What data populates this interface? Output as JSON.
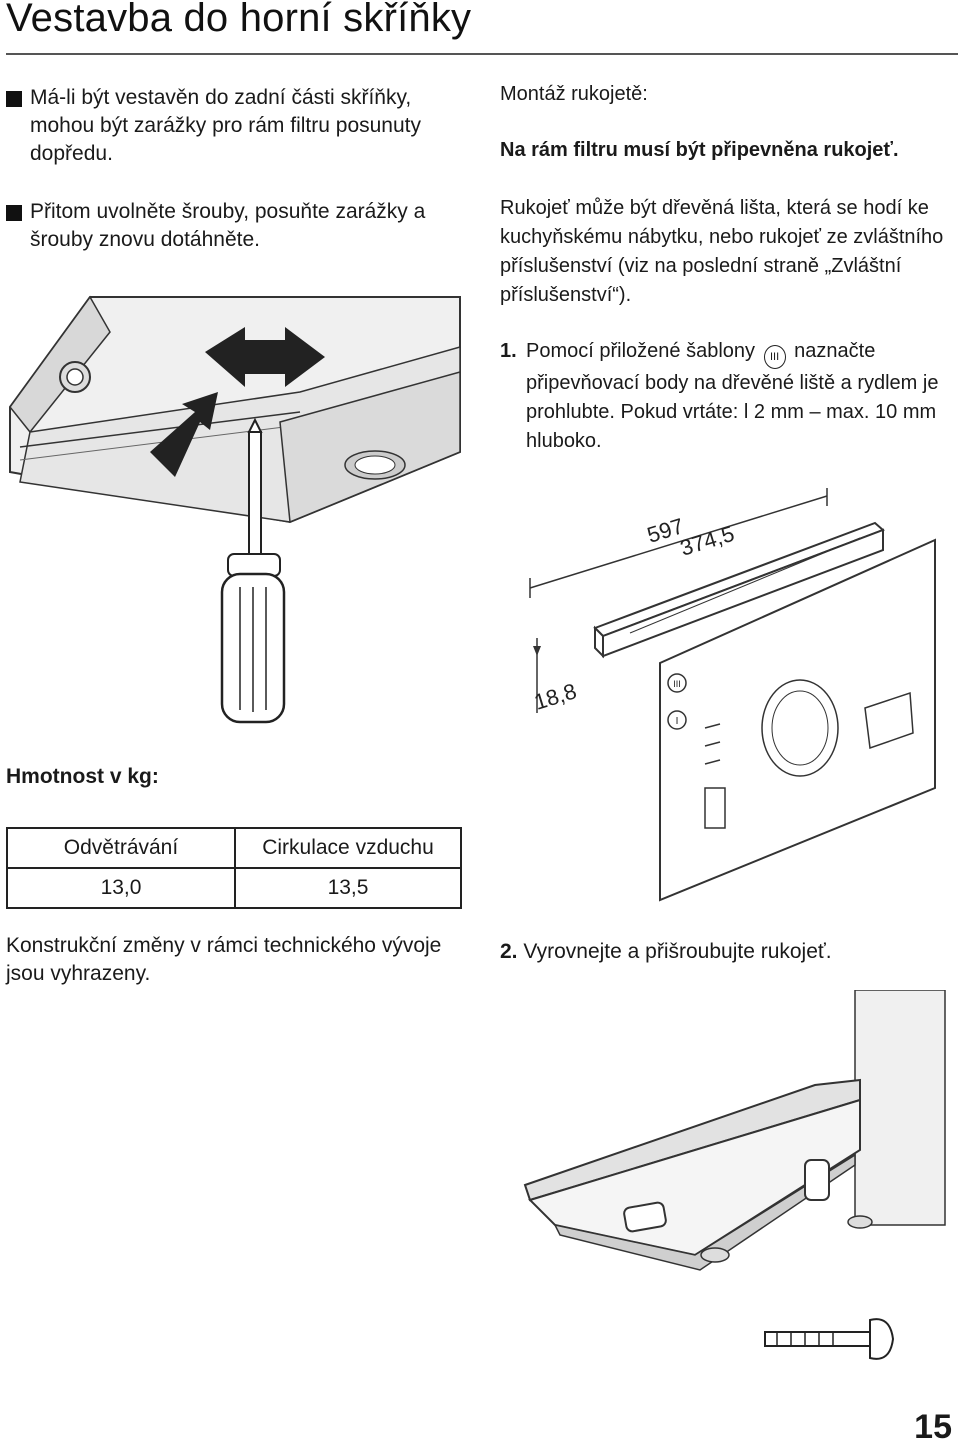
{
  "title": "Vestavba do horní skříňky",
  "left": {
    "bullets": [
      "Má-li být vestavěn do zadní části skříňky, mohou být zarážky pro rám filtru posunuty dopředu.",
      "Přitom uvolněte šrouby, posuňte zarážky a šrouby znovu dotáhněte."
    ],
    "weights_title": "Hmotnost v kg:",
    "table": {
      "headers": [
        "Odvětrávání",
        "Cirkulace vzduchu"
      ],
      "values": [
        "13,0",
        "13,5"
      ]
    },
    "note": "Konstrukční změny v rámci technického vývoje jsou vyhrazeny."
  },
  "right": {
    "heading": "Montáž rukojetě:",
    "bold_text": "Na rám filtru musí být připevněna rukojeť.",
    "text": "Rukojeť může být dřevěná lišta, která se hodí ke kuchyňskému nábytku, nebo rukojeť ze zvláštního příslušenství (viz na poslední straně „Zvláštní příslušenství“).",
    "step1_num": "1.",
    "step1_a": "Pomocí přiložené šablony",
    "step1_symbol": "III",
    "step1_b": "naznačte připevňovací body na dřevěné liště a rydlem je prohlubte. Pokud vrtáte: l 2 mm – max. 10 mm hluboko.",
    "step2_num": "2.",
    "step2": "Vyrovnejte a přišroubujte rukojeť."
  },
  "figure2": {
    "dim_597": "597",
    "dim_374": "374,5",
    "dim_18": "18,8",
    "label_iii": "III",
    "label_i": "I"
  },
  "page_number": "15"
}
